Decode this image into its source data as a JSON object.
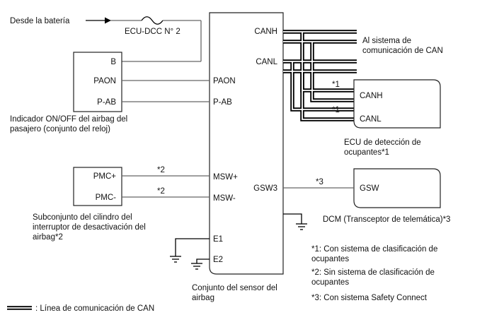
{
  "battery_label": "Desde la batería",
  "fuse_label": "ECU-DCC N° 2",
  "sensor": {
    "name_line1": "Conjunto del sensor del",
    "name_line2": "airbag",
    "pins": {
      "canh": "CANH",
      "canl": "CANL",
      "paon": "PAON",
      "pab": "P-AB",
      "mswp": "MSW+",
      "mswm": "MSW-",
      "gsw3": "GSW3",
      "e1": "E1",
      "e2": "E2"
    }
  },
  "can_system_line1": "Al sistema de",
  "can_system_line2": "comunicación de CAN",
  "indicator": {
    "pins": {
      "b": "B",
      "paon": "PAON",
      "pab": "P-AB"
    },
    "name_line1": "Indicador ON/OFF del airbag del",
    "name_line2": "pasajero (conjunto del reloj)"
  },
  "occupant_ecu": {
    "pins": {
      "canh": "CANH",
      "canl": "CANL"
    },
    "name_line1": "ECU de detección de",
    "name_line2": "ocupantes*1",
    "note_canh": "*1",
    "note_canl": "*1"
  },
  "cylinder": {
    "pins": {
      "pmcp": "PMC+",
      "pmcm": "PMC-"
    },
    "name_line1": "Subconjunto del cilindro del",
    "name_line2": "interruptor de desactivación del",
    "name_line3": "airbag*2",
    "note_pmcp": "*2",
    "note_pmcm": "*2"
  },
  "dcm": {
    "pin": "GSW",
    "name": "DCM (Transceptor de telemática)*3",
    "note": "*3"
  },
  "footnotes": {
    "n1_line1": "*1: Con sistema de clasificación de",
    "n1_line2": "ocupantes",
    "n2_line1": "*2: Sin sistema de clasificación de",
    "n2_line2": "ocupantes",
    "n3": "*3: Con sistema Safety Connect"
  },
  "legend": ": Línea de comunicación de CAN"
}
